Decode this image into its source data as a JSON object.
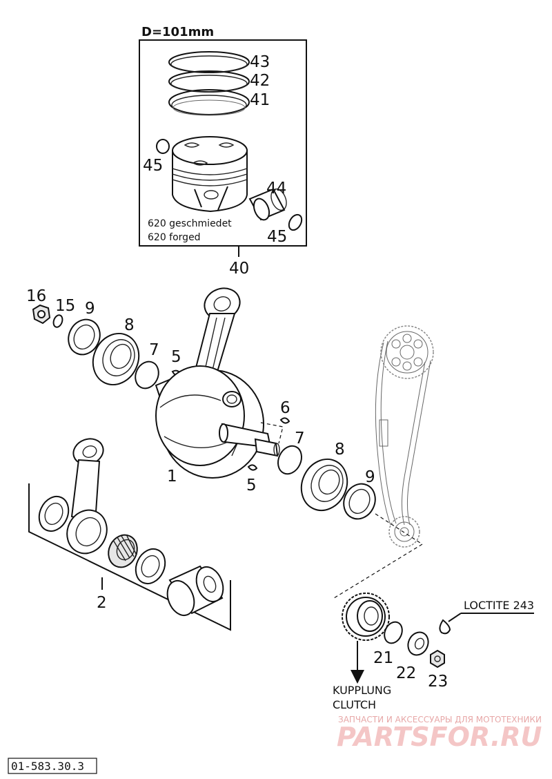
{
  "piston_kit": {
    "diameter_label": "D=101mm",
    "note_line1": "620 geschmiedet",
    "note_line2": "620 forged"
  },
  "callouts": {
    "c43": "43",
    "c42": "42",
    "c41": "41",
    "c45a": "45",
    "c44": "44",
    "c45b": "45",
    "c40": "40",
    "c16": "16",
    "c15": "15",
    "c9a": "9",
    "c8a": "8",
    "c7a": "7",
    "c5a": "5",
    "c6": "6",
    "c7b": "7",
    "c8b": "8",
    "c9b": "9",
    "c5b": "5",
    "c1": "1",
    "c2": "2",
    "c21": "21",
    "c22": "22",
    "c23": "23"
  },
  "notes": {
    "loctite": "LOCTITE 243",
    "kupplung": "KUPPLUNG",
    "clutch": "CLUTCH"
  },
  "watermark": {
    "tagline": "ЗАПЧАСТИ И АКСЕССУАРЫ ДЛЯ МОТОТЕХНИКИ",
    "brand": "PARTSFOR.RU"
  },
  "reference_number": "01-583.30.3"
}
